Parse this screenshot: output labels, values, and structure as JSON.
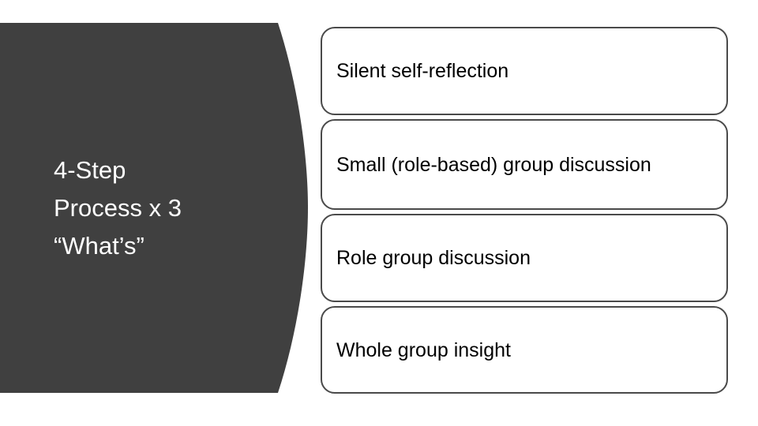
{
  "slide": {
    "background_color": "#ffffff",
    "left_panel": {
      "fill_color": "#404040",
      "title": "4-Step\nProcess x 3\n“What’s”",
      "text_color": "#ffffff"
    },
    "boxes": [
      {
        "label": "Silent self-reflection"
      },
      {
        "label": "Small (role-based) group discussion"
      },
      {
        "label": "Role group discussion"
      },
      {
        "label": "Whole group insight"
      }
    ],
    "box_border_color": "#4a4a4a"
  }
}
